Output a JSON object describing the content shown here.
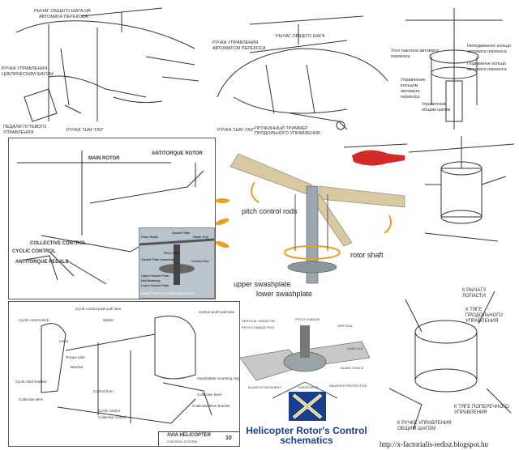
{
  "panel_top_left": {
    "labels": [
      "РЫЧАГ ОБЩЕГО ШАГА НА",
      "АВТОМАТА ПЕРЕКОСА",
      "РУЧКА УПРАВЛЕНИЯ",
      "ЦИКЛИЧЕСКИМ ШАГОМ",
      "ПЕДАЛИ ПУТЕВОГО",
      "УПРАВЛЕНИЯ",
      "РУЧКА \"ШАГ-ГАЗ\""
    ]
  },
  "panel_top_center": {
    "labels": [
      "РУЧКА УПРАВЛЕНИЯ",
      "АВТОМАТОМ ПЕРЕКОСА",
      "РЫЧАГ ОБЩЕГО ШАГА",
      "РУЧКА \"ШАГ-ГАЗ\"",
      "ПРУЖИННЫЙ ТРИММЕР",
      "ПРОДОЛЬНОГО УПРАВЛЕНИЯ"
    ]
  },
  "panel_top_right": {
    "labels": [
      "Неподвижное кольцо",
      "автомата перекоса",
      "Угол наклона автомата",
      "перекоса",
      "Подвижное кольцо",
      "автомата перекоса",
      "Управление",
      "кольцом",
      "автомата",
      "перекоса",
      "Управление",
      "общим шагом"
    ]
  },
  "panel_mid_left": {
    "labels": [
      "MAIN ROTOR",
      "ANTITORQUE ROTOR",
      "COLLECTIVE CONTROL",
      "CYCLIC CONTROL",
      "ANTITORQUE PEDALS"
    ],
    "inset_labels": [
      "Rotor Blade",
      "Swash Plate",
      "Blade Grip",
      "Pitch Horn",
      "Swash Plate Assembly",
      "Control Rod",
      "Upper Swash Plate",
      "Ball Bearings",
      "Lower Swash Plate"
    ],
    "inset_caption": "Basic Parts of a Helicopter Rotor"
  },
  "panel_mid_center": {
    "labels": [
      "pitch control rods",
      "rotor shaft",
      "upper swashplate",
      "lower swashplate"
    ]
  },
  "panel_bottom_left": {
    "labels": [
      "Cyclic control stick",
      "Cyclic control push-pull tube",
      "Lever",
      "Spider",
      "Torque tube",
      "Bracket",
      "Cyclic stick bracket",
      "Cyclic control",
      "Collective control",
      "Collective stick",
      "Control horn",
      "Central push-pull tube",
      "Swashplate mounting ring",
      "Collective lever",
      "Collective lever bracket"
    ],
    "badge_title": "AVIA HELICOPTER",
    "badge_sub": "CONTROL SYSTEM",
    "badge_number": "10"
  },
  "panel_bottom_center": {
    "labels": [
      "PITCH CHANGE ROD",
      "VERTICAL HINGE PIN",
      "PITCH CHANGE",
      "VERTICAL",
      "LEAD-LAG",
      "BLADE SHOCK",
      "HORIZONTAL",
      "WEATHER PROTECTIVE",
      "BLADE ATTACHMENT"
    ],
    "title_line1": "Helicopter Rotor's Control",
    "title_line2": "schematics"
  },
  "panel_bottom_right": {
    "labels": [
      "К РЫЧАГУ",
      "ЛОПАСТИ",
      "К ТЯГЕ",
      "ПРОДОЛЬНОГО",
      "УПРАВЛЕНИЯ",
      "К ТЯГЕ ПОПЕРЕЧНОГО",
      "УПРАВЛЕНИЯ",
      "К РУЧКЕ УПРАВЛЕНИЯ",
      "ОБЩИМ ШАГОМ"
    ]
  },
  "site_url": "http://x-factorialis-redisz.blogspot.hu",
  "colors": {
    "helicopter_red": "#d42a2a",
    "accent_orange": "#e8a020",
    "blueprint_blue": "#1a3f8a",
    "blade_tan": "#d8c9a0"
  }
}
